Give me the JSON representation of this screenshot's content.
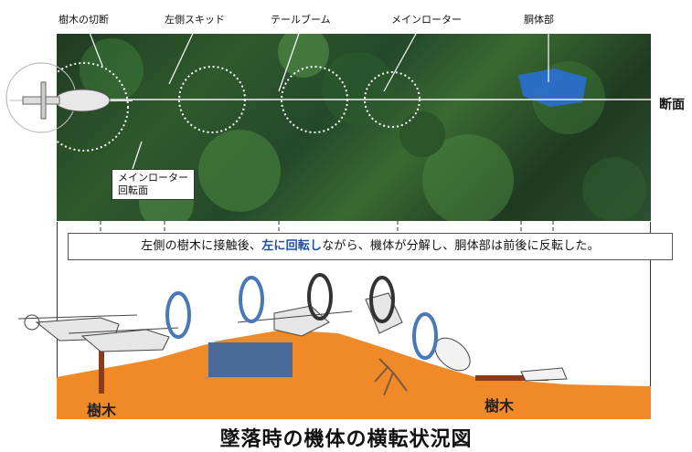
{
  "labels": {
    "tree_cut": "樹木の切断",
    "left_skid": "左側スキッド",
    "tail_boom": "テールブーム",
    "main_rotor": "メインローター",
    "fuselage": "胴体部",
    "section": "断面",
    "rotor_plane_line1": "メインローター",
    "rotor_plane_line2": "回転面"
  },
  "caption": {
    "part1": "左側の樹木に接触後、",
    "part2": "左に回転し",
    "part3": "ながら、機体が分解し、胴体部は前後に反転した。"
  },
  "ground": {
    "tree_left": "樹木",
    "tree_right": "樹木"
  },
  "figure_title": "墜落時の機体の横転状況図",
  "colors": {
    "ground": "#f08a28",
    "rotation_blue": "#4a78b6",
    "rotation_dark": "#333333",
    "tree_trunk": "#8b3a1a",
    "debris_block": "#4a6a9a"
  }
}
